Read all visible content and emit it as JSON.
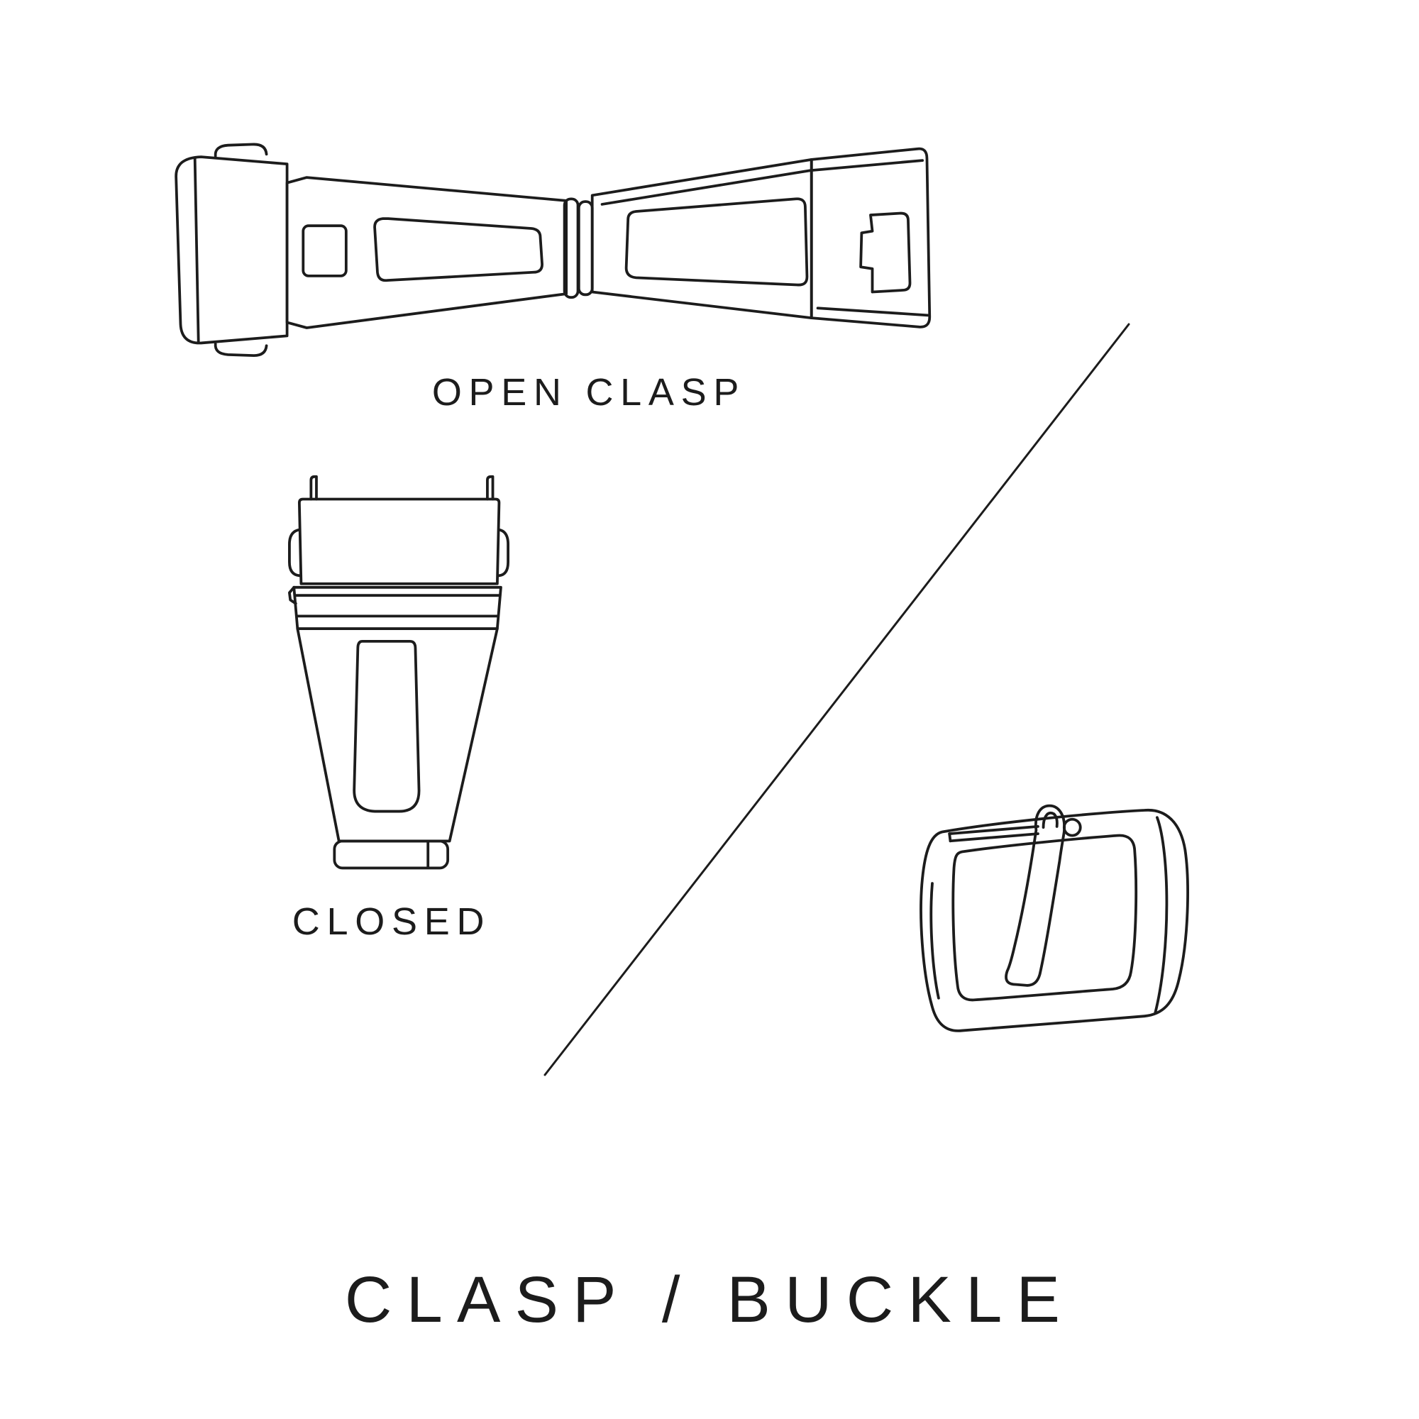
{
  "page": {
    "background_color": "#ffffff",
    "line_color": "#1c1c1c",
    "text_color": "#1c1c1c"
  },
  "labels": {
    "open_clasp": "OPEN CLASP",
    "closed": "CLOSED",
    "title": "CLASP / BUCKLE"
  },
  "illustrations": {
    "open_clasp": "open-clasp-line-drawing",
    "closed_clasp": "closed-clasp-top-view-line-drawing",
    "tang_buckle": "tang-buckle-line-drawing",
    "divider": "diagonal-divider-line"
  }
}
